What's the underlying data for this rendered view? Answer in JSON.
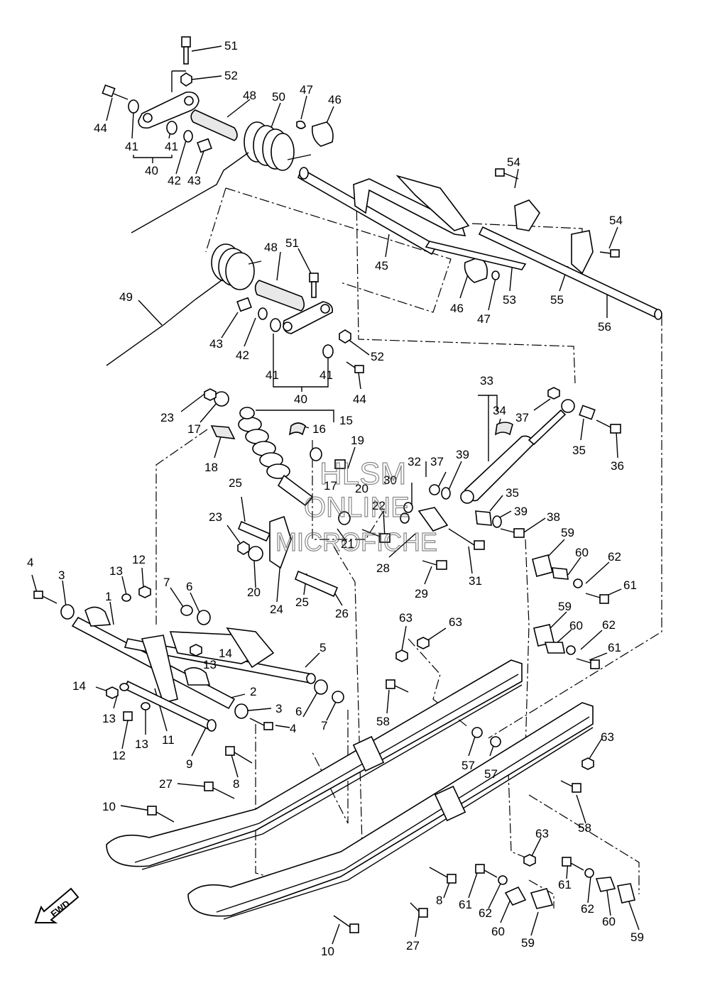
{
  "watermark": {
    "line1": "HLSM",
    "line2": "ONLINE",
    "line3": "MICROFICHE"
  },
  "fwd_badge": "FWD",
  "callouts": [
    {
      "id": "c51a",
      "text": "51"
    },
    {
      "id": "c52a",
      "text": "52"
    },
    {
      "id": "c48a",
      "text": "48"
    },
    {
      "id": "c50",
      "text": "50"
    },
    {
      "id": "c47a",
      "text": "47"
    },
    {
      "id": "c46a",
      "text": "46"
    },
    {
      "id": "c44a",
      "text": "44"
    },
    {
      "id": "c41a",
      "text": "41"
    },
    {
      "id": "c41b",
      "text": "41"
    },
    {
      "id": "c40a",
      "text": "40"
    },
    {
      "id": "c42a",
      "text": "42"
    },
    {
      "id": "c43a",
      "text": "43"
    },
    {
      "id": "c54a",
      "text": "54"
    },
    {
      "id": "c54b",
      "text": "54"
    },
    {
      "id": "c48b",
      "text": "48"
    },
    {
      "id": "c51b",
      "text": "51"
    },
    {
      "id": "c45",
      "text": "45"
    },
    {
      "id": "c46b",
      "text": "46"
    },
    {
      "id": "c47b",
      "text": "47"
    },
    {
      "id": "c53",
      "text": "53"
    },
    {
      "id": "c55",
      "text": "55"
    },
    {
      "id": "c56",
      "text": "56"
    },
    {
      "id": "c49",
      "text": "49"
    },
    {
      "id": "c43b",
      "text": "43"
    },
    {
      "id": "c42b",
      "text": "42"
    },
    {
      "id": "c41c",
      "text": "41"
    },
    {
      "id": "c41d",
      "text": "41"
    },
    {
      "id": "c52b",
      "text": "52"
    },
    {
      "id": "c40b",
      "text": "40"
    },
    {
      "id": "c44b",
      "text": "44"
    },
    {
      "id": "c33",
      "text": "33"
    },
    {
      "id": "c34",
      "text": "34"
    },
    {
      "id": "c37a",
      "text": "37"
    },
    {
      "id": "c35a",
      "text": "35"
    },
    {
      "id": "c36",
      "text": "36"
    },
    {
      "id": "c23a",
      "text": "23"
    },
    {
      "id": "c17a",
      "text": "17"
    },
    {
      "id": "c15",
      "text": "15"
    },
    {
      "id": "c16",
      "text": "16"
    },
    {
      "id": "c18",
      "text": "18"
    },
    {
      "id": "c19",
      "text": "19"
    },
    {
      "id": "c17b",
      "text": "17"
    },
    {
      "id": "c20a",
      "text": "20"
    },
    {
      "id": "c32",
      "text": "32"
    },
    {
      "id": "c30",
      "text": "30"
    },
    {
      "id": "c22",
      "text": "22"
    },
    {
      "id": "c37b",
      "text": "37"
    },
    {
      "id": "c39a",
      "text": "39"
    },
    {
      "id": "c35b",
      "text": "35"
    },
    {
      "id": "c39b",
      "text": "39"
    },
    {
      "id": "c38",
      "text": "38"
    },
    {
      "id": "c25a",
      "text": "25"
    },
    {
      "id": "c23b",
      "text": "23"
    },
    {
      "id": "c21",
      "text": "21"
    },
    {
      "id": "c28",
      "text": "28"
    },
    {
      "id": "c31",
      "text": "31"
    },
    {
      "id": "c29",
      "text": "29"
    },
    {
      "id": "c59a",
      "text": "59"
    },
    {
      "id": "c60a",
      "text": "60"
    },
    {
      "id": "c62a",
      "text": "62"
    },
    {
      "id": "c61a",
      "text": "61"
    },
    {
      "id": "c20b",
      "text": "20"
    },
    {
      "id": "c24",
      "text": "24"
    },
    {
      "id": "c25b",
      "text": "25"
    },
    {
      "id": "c26",
      "text": "26"
    },
    {
      "id": "c4a",
      "text": "4"
    },
    {
      "id": "c3a",
      "text": "3"
    },
    {
      "id": "c13a",
      "text": "13"
    },
    {
      "id": "c12a",
      "text": "12"
    },
    {
      "id": "c1",
      "text": "1"
    },
    {
      "id": "c7a",
      "text": "7"
    },
    {
      "id": "c6a",
      "text": "6"
    },
    {
      "id": "c14a",
      "text": "14"
    },
    {
      "id": "c13b",
      "text": "13"
    },
    {
      "id": "c5",
      "text": "5"
    },
    {
      "id": "c59b",
      "text": "59"
    },
    {
      "id": "c60b",
      "text": "60"
    },
    {
      "id": "c62b",
      "text": "62"
    },
    {
      "id": "c61b",
      "text": "61"
    },
    {
      "id": "c63a",
      "text": "63"
    },
    {
      "id": "c63b",
      "text": "63"
    },
    {
      "id": "c14b",
      "text": "14"
    },
    {
      "id": "c2",
      "text": "2"
    },
    {
      "id": "c3b",
      "text": "3"
    },
    {
      "id": "c4b",
      "text": "4"
    },
    {
      "id": "c6b",
      "text": "6"
    },
    {
      "id": "c7b",
      "text": "7"
    },
    {
      "id": "c58a",
      "text": "58"
    },
    {
      "id": "c13c",
      "text": "13"
    },
    {
      "id": "c13d",
      "text": "13"
    },
    {
      "id": "c11",
      "text": "11"
    },
    {
      "id": "c12b",
      "text": "12"
    },
    {
      "id": "c9",
      "text": "9"
    },
    {
      "id": "c57a",
      "text": "57"
    },
    {
      "id": "c57b",
      "text": "57"
    },
    {
      "id": "c63c",
      "text": "63"
    },
    {
      "id": "c8a",
      "text": "8"
    },
    {
      "id": "c27a",
      "text": "27"
    },
    {
      "id": "c10a",
      "text": "10"
    },
    {
      "id": "c58b",
      "text": "58"
    },
    {
      "id": "c63d",
      "text": "63"
    },
    {
      "id": "c8b",
      "text": "8"
    },
    {
      "id": "c61c",
      "text": "61"
    },
    {
      "id": "c62c",
      "text": "62"
    },
    {
      "id": "c61d",
      "text": "61"
    },
    {
      "id": "c62d",
      "text": "62"
    },
    {
      "id": "c60c",
      "text": "60"
    },
    {
      "id": "c60d",
      "text": "60"
    },
    {
      "id": "c59c",
      "text": "59"
    },
    {
      "id": "c59d",
      "text": "59"
    },
    {
      "id": "c27b",
      "text": "27"
    },
    {
      "id": "c10b",
      "text": "10"
    }
  ]
}
